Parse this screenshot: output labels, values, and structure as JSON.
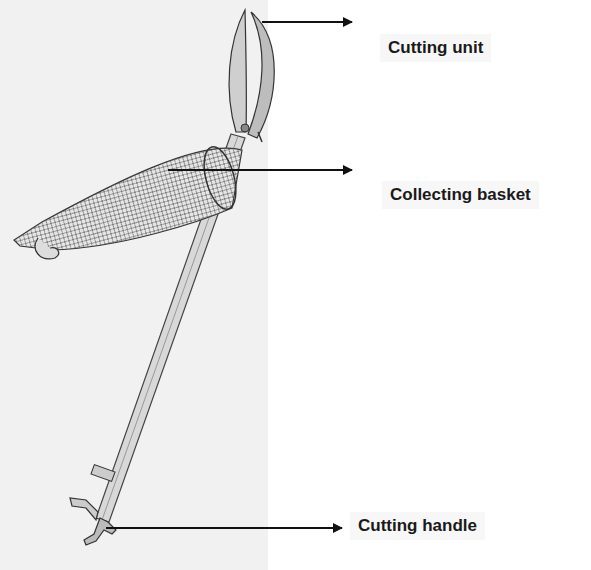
{
  "diagram": {
    "labels": [
      "Cutting unit",
      "Collecting basket",
      "Cutting handle"
    ]
  }
}
